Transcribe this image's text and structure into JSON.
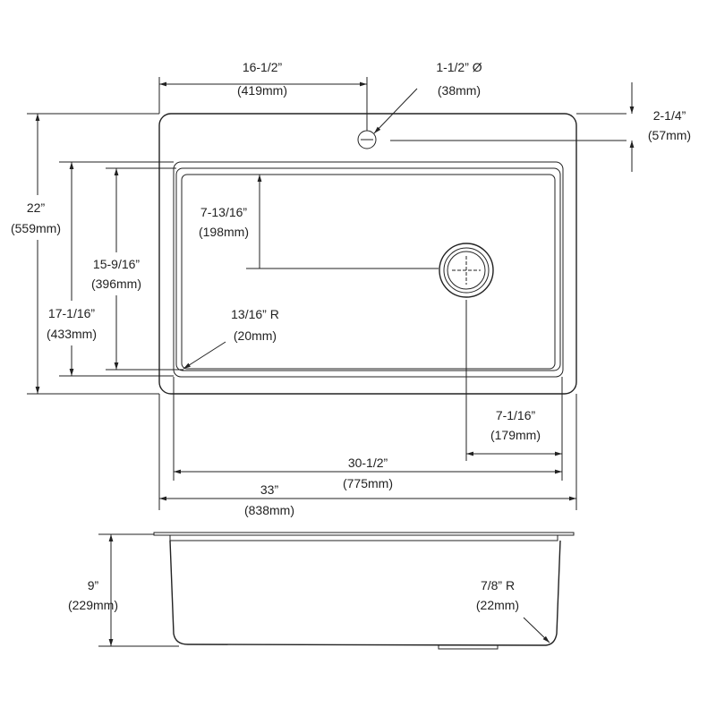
{
  "dimensions": {
    "hole_offset": {
      "imperial": "16-1/2”",
      "metric": "(419mm)"
    },
    "hole_diameter": {
      "imperial": "1-1/2” Ø",
      "metric": "(38mm)"
    },
    "hole_from_edge": {
      "imperial": "2-1/4”",
      "metric": "(57mm)"
    },
    "overall_depth": {
      "imperial": "22”",
      "metric": "(559mm)"
    },
    "bowl_depth_outer": {
      "imperial": "17-1/16”",
      "metric": "(433mm)"
    },
    "bowl_depth_inner": {
      "imperial": "15-9/16”",
      "metric": "(396mm)"
    },
    "drain_from_back": {
      "imperial": "7-13/16”",
      "metric": "(198mm)"
    },
    "corner_radius": {
      "imperial": "13/16” R",
      "metric": "(20mm)"
    },
    "drain_from_side": {
      "imperial": "7-1/16”",
      "metric": "(179mm)"
    },
    "bowl_width": {
      "imperial": "30-1/2”",
      "metric": "(775mm)"
    },
    "overall_width": {
      "imperial": "33”",
      "metric": "(838mm)"
    },
    "bowl_height": {
      "imperial": "9”",
      "metric": "(229mm)"
    },
    "bottom_radius": {
      "imperial": "7/8” R",
      "metric": "(22mm)"
    }
  }
}
